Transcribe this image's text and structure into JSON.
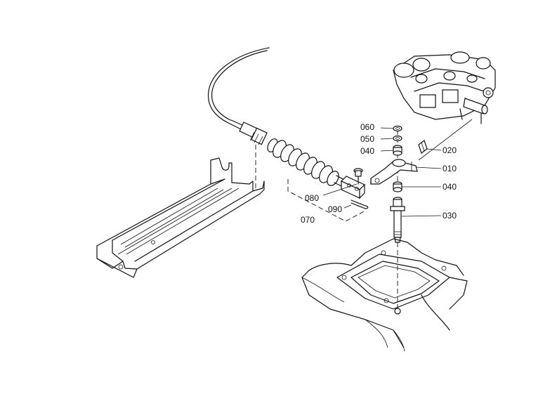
{
  "callouts": {
    "c010": "010",
    "c020": "020",
    "c030": "030",
    "c040a": "040",
    "c040b": "040",
    "c050": "050",
    "c060": "060",
    "c070": "070",
    "c080": "080",
    "c090": "090"
  }
}
